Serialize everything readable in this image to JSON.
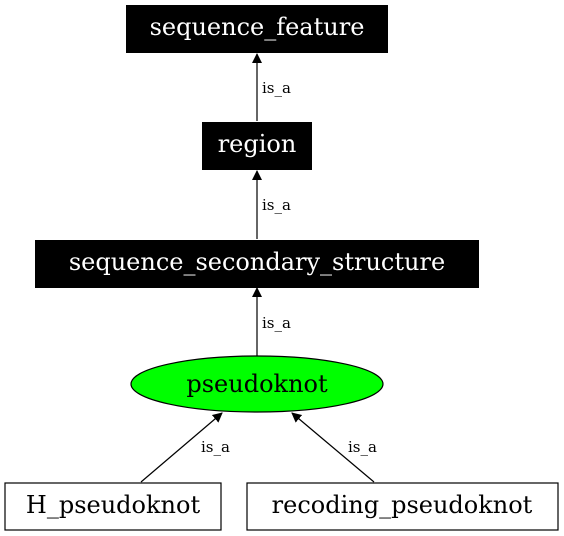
{
  "nodes": {
    "sequence_feature": "sequence_feature",
    "region": "region",
    "sequence_secondary_structure": "sequence_secondary_structure",
    "pseudoknot": "pseudoknot",
    "h_pseudoknot": "H_pseudoknot",
    "recoding_pseudoknot": "recoding_pseudoknot"
  },
  "edges": {
    "region_to_sequence_feature": "is_a",
    "secondary_structure_to_region": "is_a",
    "pseudoknot_to_secondary_structure": "is_a",
    "h_pseudoknot_to_pseudoknot": "is_a",
    "recoding_pseudoknot_to_pseudoknot": "is_a"
  },
  "colors": {
    "ancestor_fill": "#000000",
    "ancestor_text": "#ffffff",
    "focus_fill": "#00ff00",
    "child_fill": "#ffffff",
    "stroke": "#000000"
  }
}
